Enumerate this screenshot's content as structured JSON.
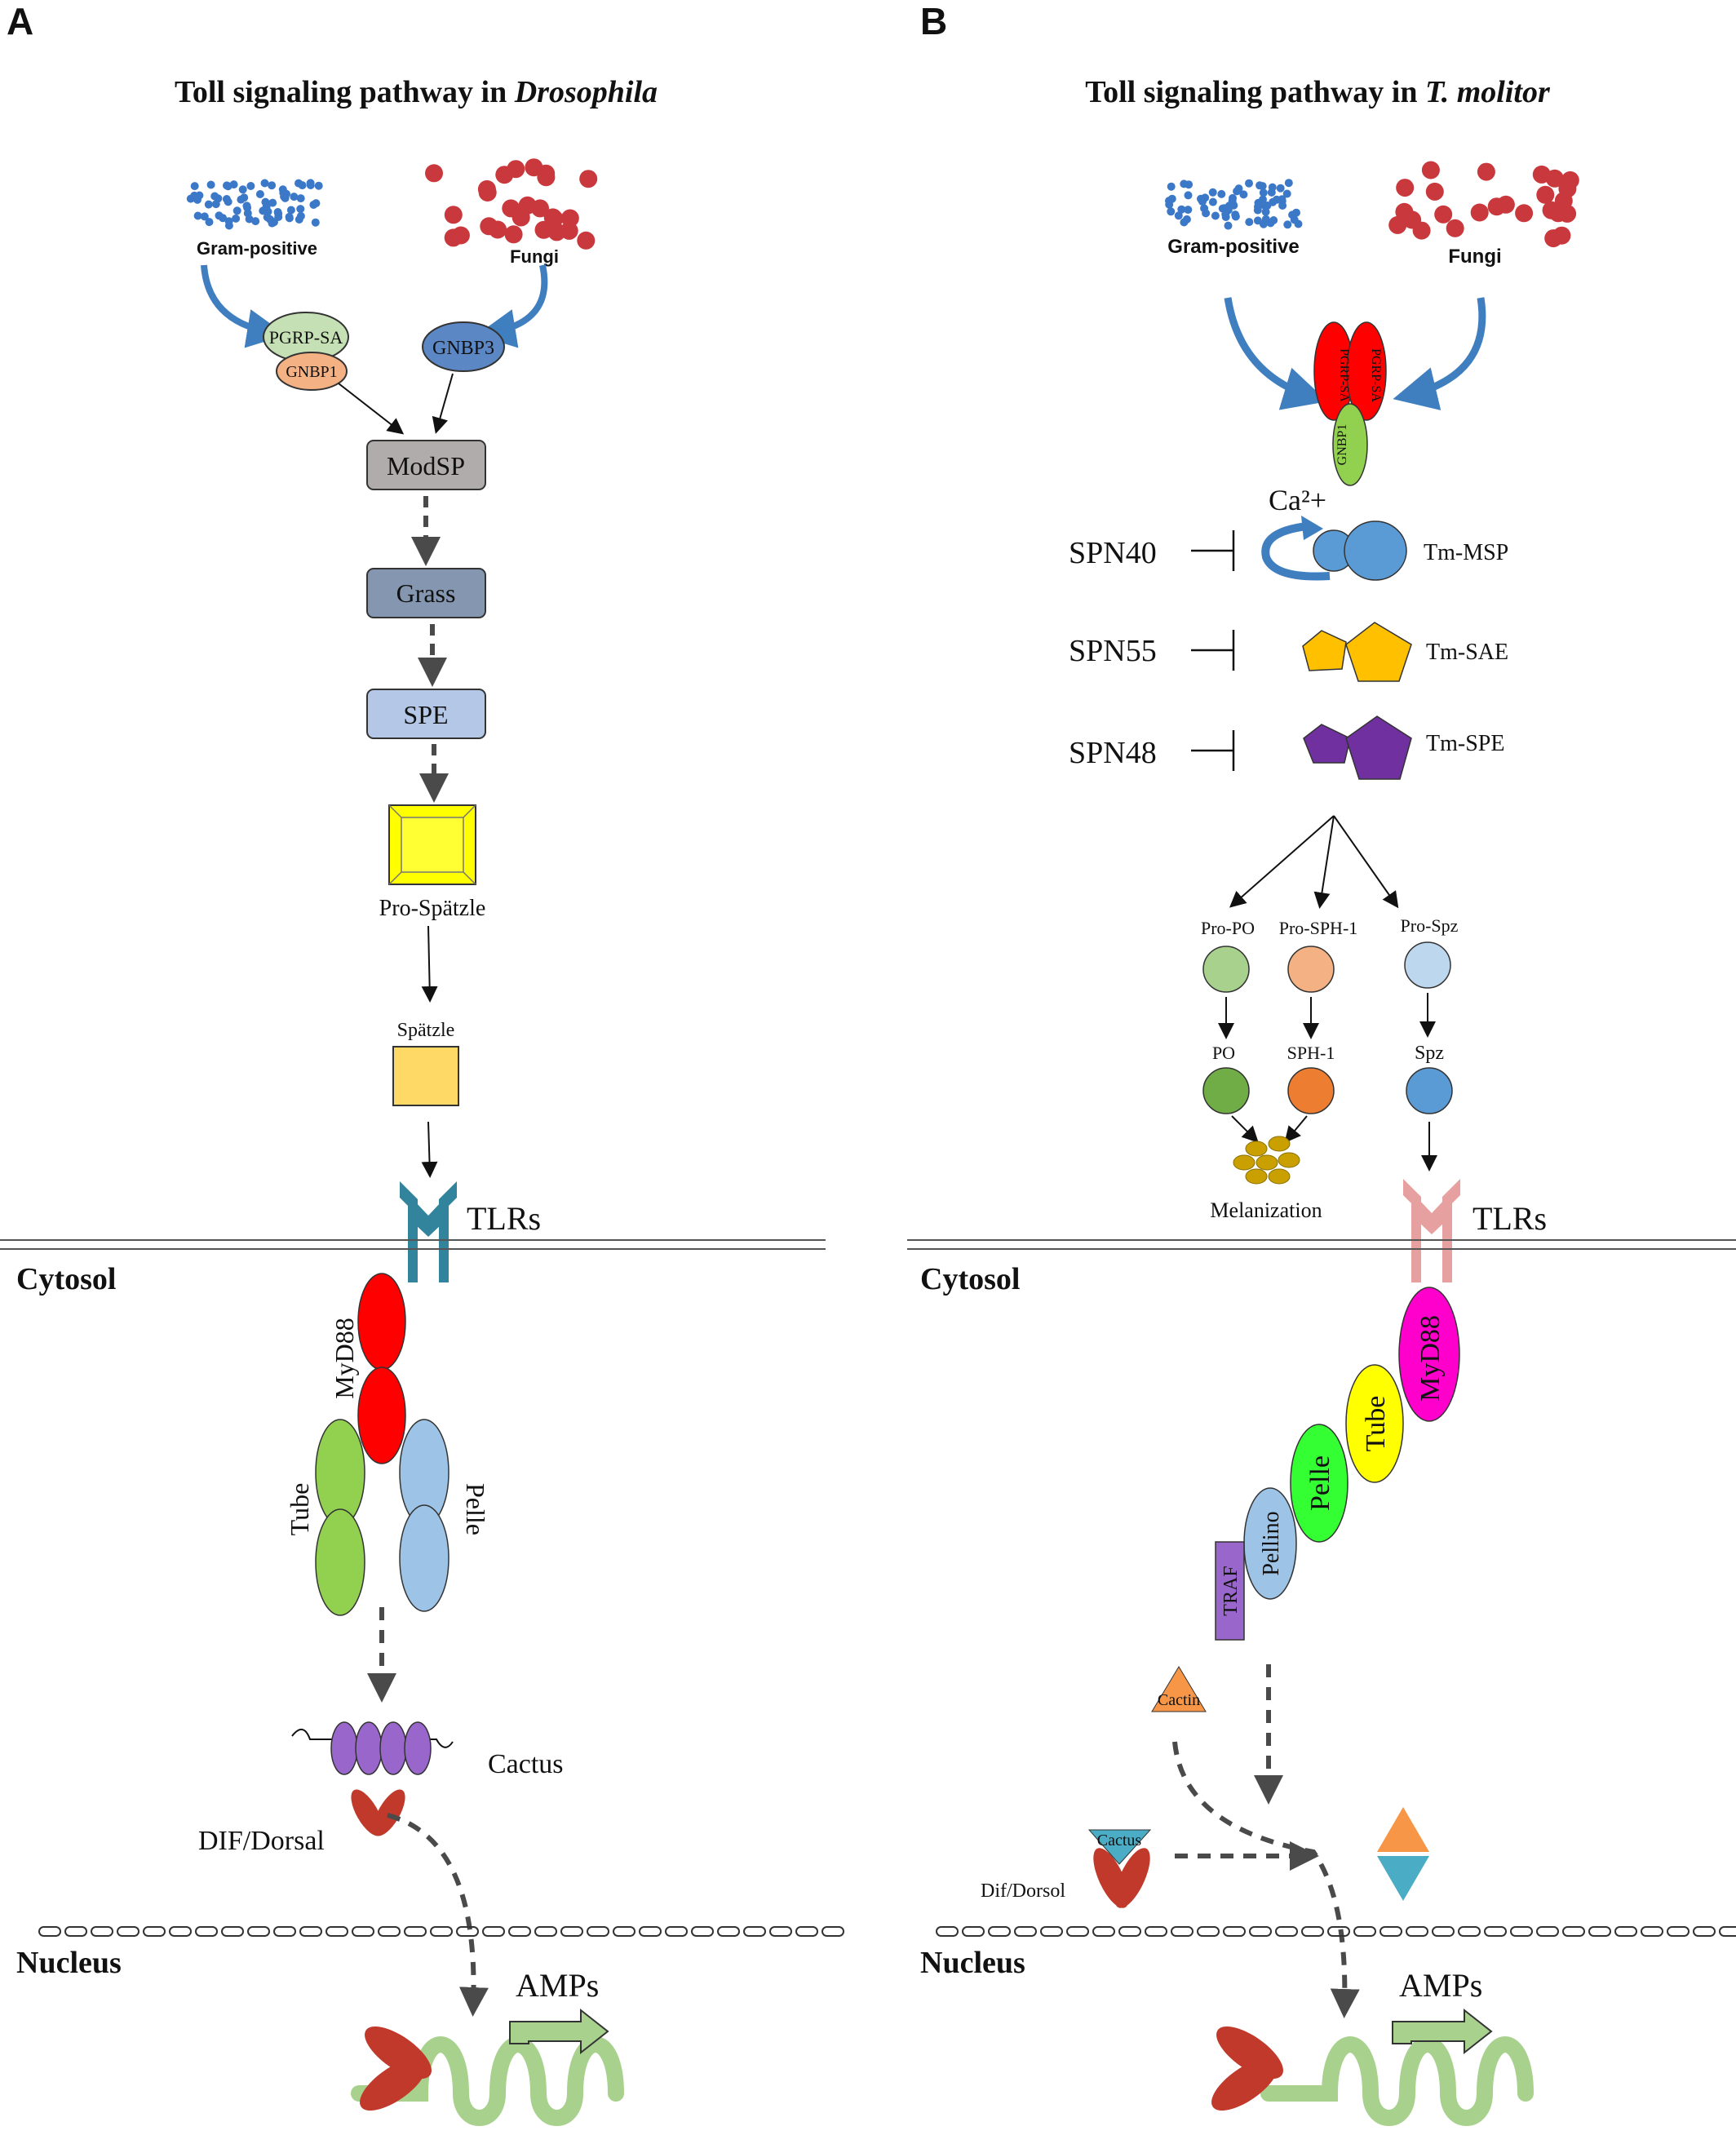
{
  "panels": [
    {
      "letter": "A",
      "title_prefix": "Toll signaling pathway in ",
      "title_italic": "Drosophila",
      "microbes": {
        "gram_positive": "Gram-positive",
        "fungi": "Fungi"
      },
      "receptors": {
        "pgrp": "PGRP-SA",
        "gnbp1": "GNBP1",
        "gnbp3": "GNBP3"
      },
      "cascade": [
        "ModSP",
        "Grass",
        "SPE"
      ],
      "pro_spatzle": "Pro-Spätzle",
      "spatzle": "Spätzle",
      "tlrs": "TLRs",
      "cytosol": "Cytosol",
      "adaptors": {
        "myd88": "MyD88",
        "tube": "Tube",
        "pelle": "Pelle"
      },
      "cactus": "Cactus",
      "dif_dorsal": "DIF/Dorsal",
      "nucleus": "Nucleus",
      "amps": "AMPs"
    },
    {
      "letter": "B",
      "title_prefix": "Toll signaling pathway in ",
      "title_italic": "T. molitor",
      "microbes": {
        "gram_positive": "Gram-positive",
        "fungi": "Fungi"
      },
      "receptors": {
        "pgrp": "PGRP-SA",
        "gnbp1": "GNBP1"
      },
      "calcium": "Ca²+",
      "serpins": [
        "SPN40",
        "SPN55",
        "SPN48"
      ],
      "proteases": [
        "Tm-MSP",
        "Tm-SAE",
        "Tm-SPE"
      ],
      "pro_forms": [
        "Pro-PO",
        "Pro-SPH-1",
        "Pro-Spz"
      ],
      "active_forms": [
        "PO",
        "SPH-1",
        "Spz"
      ],
      "melanization": "Melanization",
      "tlrs": "TLRs",
      "cytosol": "Cytosol",
      "adaptors": {
        "myd88": "MyD88",
        "tube": "Tube",
        "pelle": "Pelle",
        "pellino": "Pellino",
        "traf": "TRAF"
      },
      "cactin": "Cactin",
      "cactus": "Cactus",
      "dif_dorsal": "Dif/Dorsol",
      "nucleus": "Nucleus",
      "amps": "AMPs"
    }
  ],
  "colors": {
    "membrane": "#555555",
    "arrow_dark": "#4a4a4a",
    "blue_arrow": "#3f7fc0",
    "gram_dots": "#3c78c8",
    "fungi_dots": "#c8383c",
    "modsp": "#b0acac",
    "grass": "#8496b0",
    "spe": "#b4c7e7",
    "pro_spatzle": "#ffff00",
    "spatzle": "#ffd966",
    "tlr_a": "#31849b",
    "tlr_b": "#e6a0a0",
    "myd88_a": "#ff0000",
    "tube_a": "#92d050",
    "pelle_a": "#9dc3e6",
    "cactus": "#9966cc",
    "dorsal": "#c0392b",
    "dna": "#a9d18e",
    "pgrp_a": "#c5e0b4",
    "gnbp1_a": "#f4b183",
    "gnbp3": "#5b87c5",
    "pgrp_b": "#ff0000",
    "gnbp1_b": "#92d050",
    "msp": "#5b9bd5",
    "sae": "#ffc000",
    "spe_b": "#7030a0",
    "pro_po": "#a9d18e",
    "po": "#70ad47",
    "pro_sph": "#f4b183",
    "sph": "#ed7d31",
    "pro_spz": "#bdd7ee",
    "spz": "#5b9bd5",
    "melanin": "#c9a000",
    "myd88_b": "#ff00cc",
    "tube_b": "#ffff00",
    "pelle_b": "#33ff33",
    "pellino": "#9dc3e6",
    "traf": "#9966cc",
    "cactin": "#f79646",
    "cactus_b": "#4bacc6"
  }
}
